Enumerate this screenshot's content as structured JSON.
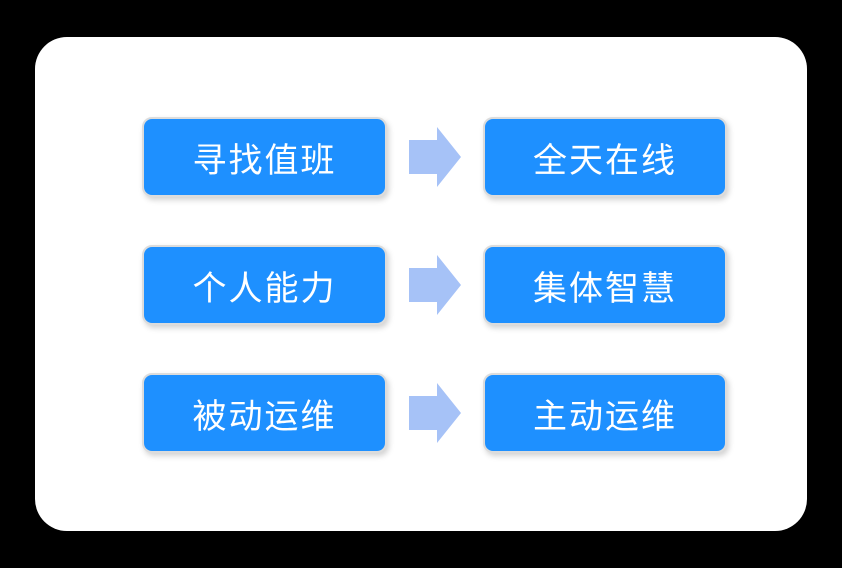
{
  "diagram": {
    "rows": [
      {
        "from": "寻找值班",
        "to": "全天在线"
      },
      {
        "from": "个人能力",
        "to": "集体智慧"
      },
      {
        "from": "被动运维",
        "to": "主动运维"
      }
    ]
  },
  "icons": {
    "arrow": "right-block-arrow-icon"
  },
  "colors": {
    "page_bg": "#000000",
    "card_bg": "#ffffff",
    "box_blue": "#1e90ff",
    "box_border": "#dcdcdc",
    "arrow_blue": "#a6c2f7",
    "text": "#ffffff"
  }
}
